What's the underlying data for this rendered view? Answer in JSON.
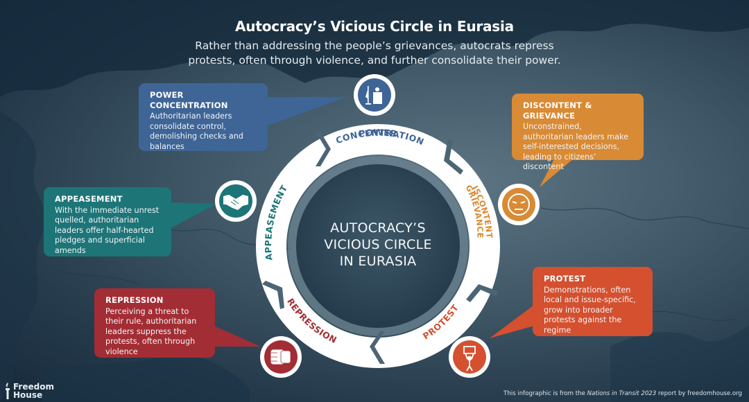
{
  "header": {
    "title": "Autocracy’s Vicious Circle in Eurasia",
    "subtitle": "Rather than addressing the people’s grievances, autocrats repress protests, often through violence, and further consolidate their power."
  },
  "center": {
    "title_line1": "AUTOCRACY’S",
    "title_line2": "VICIOUS CIRCLE",
    "title_line3": "IN EURASIA"
  },
  "stages": {
    "power": {
      "ring_line1": "POWER",
      "ring_line2": "CONCENTRATION",
      "heading": "POWER CONCENTRATION",
      "text": "Authoritarian leaders consolidate control, demolishing checks and balances",
      "icon": "podium-flag-icon",
      "color": "#3e6596"
    },
    "discontent": {
      "ring_line1": "DISCONTENT &",
      "ring_line2": "GRIEVANCE",
      "heading": "DISCONTENT & GRIEVANCE",
      "text": "Unconstrained, authoritarian leaders make self-interested decisions, leading to citizens’ discontent",
      "icon": "angry-face-icon",
      "color": "#d98a34"
    },
    "protest": {
      "ring_label": "PROTEST",
      "heading": "PROTEST",
      "text": "Demonstrations, often local and issue-specific, grow into broader protests against the regime",
      "icon": "protester-sign-icon",
      "color": "#d4502f"
    },
    "repression": {
      "ring_label": "REPRESSION",
      "heading": "REPRESSION",
      "text": "Perceiving a threat to their rule, authoritarian leaders suppress the protests, often through violence",
      "icon": "fist-icon",
      "color": "#a32d34"
    },
    "appeasement": {
      "ring_label": "APPEASEMENT",
      "heading": "APPEASEMENT",
      "text": "With the immediate unrest quelled, authoritarian leaders offer half-hearted pledges and superficial amends",
      "icon": "handshake-icon",
      "color": "#1d7578"
    }
  },
  "footer": {
    "logo_line1": "Freedom",
    "logo_line2": "House",
    "credit_prefix": "This infographic is from the ",
    "credit_report": "Nations in Transit 2023",
    "credit_suffix": " report by freedomhouse.org"
  }
}
